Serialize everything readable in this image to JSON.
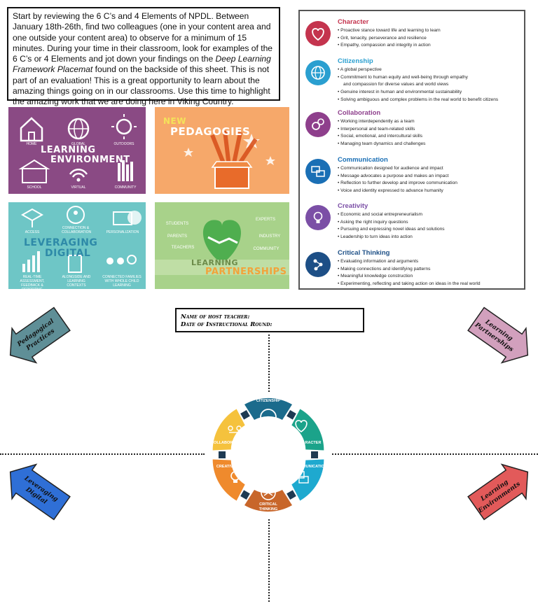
{
  "intro": {
    "text_before": "Start by reviewing the 6 C’s and 4 Elements of NPDL.  Between January 18th-26th, find two colleagues (one in your content area and one outside your content area) to observe for a minimum of 15 minutes.  During your time in their classroom, look for examples of the 6 C’s or 4 Elements and jot down your findings on the ",
    "italic": "Deep Learning Framework Placemat",
    "text_after": " found on the backside of this sheet.  This is not part of an evaluation!  This is a great opportunity to learn about the amazing things going on in our classrooms.  Use this time to highlight the amazing work that we are doing here in Viking Country."
  },
  "tiles": {
    "learning_environment": {
      "title_1": "LEARNING",
      "title_2": "ENVIRONMENT",
      "labels": [
        "HOME",
        "GLOBAL",
        "OUTDOORS",
        "SCHOOL",
        "VIRTUAL",
        "COMMUNITY"
      ],
      "color": "#8a4a84"
    },
    "new_pedagogies": {
      "title_1": "NEW",
      "title_2": "PEDAGOGIES",
      "color": "#f6a86a"
    },
    "leveraging_digital": {
      "title_1": "LEVERAGING",
      "title_2": "DIGITAL",
      "labels": [
        "ACCESS",
        "CONNECTION & COLLABORATION",
        "PERSONALIZATION",
        "REAL-TIME ASSESSMENT, FEEDBACK & REPORTING",
        "ALONGSIDE AND LEARNING CONTEXTS",
        "CONNECTED FAMILIES WITH WHOLE CHILD LEARNING"
      ],
      "color": "#6ec6c6"
    },
    "learning_partnerships": {
      "title_1": "LEARNING",
      "title_2": "PARTNERSHIPS",
      "labels": [
        "STUDENTS",
        "PARENTS",
        "TEACHERS",
        "EXPERTS",
        "INDUSTRY",
        "COMMUNITY"
      ],
      "color": "#a8d28a"
    }
  },
  "six_cs": [
    {
      "name": "Character",
      "color": "#c4344e",
      "icon": "heart-icon",
      "items": [
        "Proactive stance toward life and learning to learn",
        "Grit, tenacity, perseverance and resilience",
        "Empathy, compassion and integrity in action"
      ]
    },
    {
      "name": "Citizenship",
      "color": "#2a9fd0",
      "icon": "globe-icon",
      "items": [
        "A global perspective",
        "Commitment to human equity and well-being through empathy",
        "and compassion for diverse values and world views",
        "Genuine interest in human and environmental sustainability",
        "Solving ambiguous and complex problems in the real world to benefit citizens"
      ]
    },
    {
      "name": "Collaboration",
      "color": "#8e3f8c",
      "icon": "gears-icon",
      "items": [
        "Working interdependently as a team",
        "Interpersonal and team-related skills",
        "Social, emotional, and intercultural skills",
        "Managing team dynamics and challenges"
      ]
    },
    {
      "name": "Communication",
      "color": "#1a6fb5",
      "icon": "speech-bubbles-icon",
      "items": [
        "Communication designed for audience and impact",
        "Message advocates a purpose and makes an impact",
        "Reflection to further develop and improve communication",
        "Voice and identity expressed to advance humanity"
      ]
    },
    {
      "name": "Creativity",
      "color": "#7b4fa6",
      "icon": "lightbulb-icon",
      "items": [
        "Economic and social entrepreneurialism",
        "Asking the right inquiry questions",
        "Pursuing and expressing novel ideas and solutions",
        "Leadership to turn ideas into action"
      ]
    },
    {
      "name": "Critical Thinking",
      "color": "#1d4f86",
      "icon": "network-icon",
      "items": [
        "Evaluating information and arguments",
        "Making connections and identifying patterns",
        "Meaningful knowledge construction",
        "Experimenting, reflecting and taking action on ideas in the real world"
      ]
    }
  ],
  "host": {
    "line1": "Name of host teacher:",
    "line2": "Date of Instructional Round:"
  },
  "arrows": [
    {
      "label_1": "Pedagogical",
      "label_2": "Practices",
      "color": "#5f8f97"
    },
    {
      "label_1": "Learning",
      "label_2": "Partnerships",
      "color": "#d2a0bd"
    },
    {
      "label_1": "Leveraging",
      "label_2": "Digital",
      "color": "#2f6fd6"
    },
    {
      "label_1": "Learning",
      "label_2": "Environments",
      "color": "#e25a5a"
    }
  ],
  "wheel": [
    {
      "label_1": "CITIZENSHIP",
      "label_2": "",
      "color": "#1b6b8c",
      "icon": "globe-icon"
    },
    {
      "label_1": "CHARACTER",
      "label_2": "",
      "color": "#1ba38a",
      "icon": "heart-icon"
    },
    {
      "label_1": "COMMUNICATION",
      "label_2": "",
      "color": "#1ea9cf",
      "icon": "speech-bubbles-icon"
    },
    {
      "label_1": "CRITICAL",
      "label_2": "THINKING",
      "color": "#c8662a",
      "icon": "network-icon"
    },
    {
      "label_1": "CREATIVITY",
      "label_2": "",
      "color": "#ef8a2d",
      "icon": "lightbulb-icon"
    },
    {
      "label_1": "COLLABORATION",
      "label_2": "",
      "color": "#f5c23d",
      "icon": "people-icon"
    }
  ]
}
